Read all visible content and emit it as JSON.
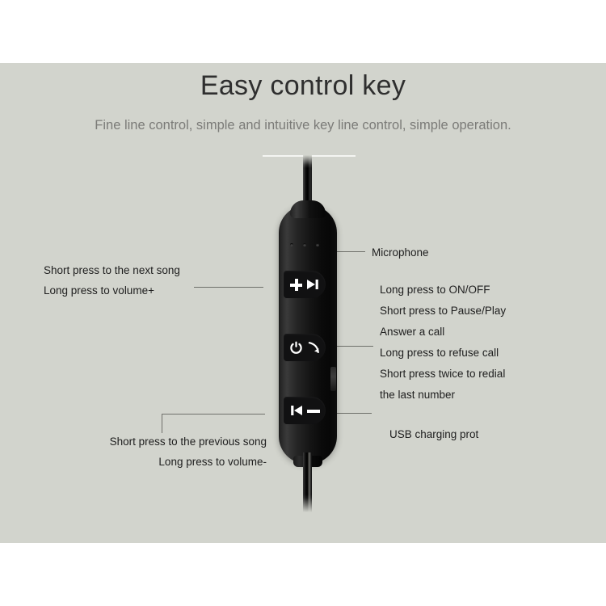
{
  "page": {
    "title": "Easy control key",
    "subtitle": "Fine line control, simple and intuitive key line control, simple operation.",
    "background_color": "#d2d4cd",
    "outer_color": "#ffffff",
    "title_color": "#2f2f2f",
    "subtitle_color": "#7b7b78",
    "annotation_color": "#202020",
    "leader_line_color": "#6f706b"
  },
  "device": {
    "name": "bluetooth-earphone-inline-remote",
    "body_color": "#0d0d0d",
    "button_color": "#111112",
    "glyph_color": "#ffffff"
  },
  "annotations": {
    "next_song": {
      "line1": "Short press to the next song",
      "line2": "Long press to volume+"
    },
    "microphone": {
      "label": "Microphone"
    },
    "power": {
      "line1": "Long press to ON/OFF",
      "line2": "Short press to Pause/Play",
      "line3": "Answer a call",
      "line4": "Long press to refuse call",
      "line5": "Short press twice to redial",
      "line6": "the last number"
    },
    "previous_song": {
      "line1": "Short press to the previous song",
      "line2": "Long press to volume-"
    },
    "usb": {
      "label": "USB charging prot"
    }
  },
  "buttons": {
    "next": {
      "name": "volume-up-next-track-button",
      "icons": [
        "plus-icon",
        "next-track-icon"
      ]
    },
    "power": {
      "name": "power-call-button",
      "icons": [
        "power-icon",
        "call-answer-icon"
      ]
    },
    "previous": {
      "name": "volume-down-previous-track-button",
      "icons": [
        "previous-track-icon",
        "minus-icon"
      ]
    }
  },
  "parts": {
    "microphone_holes": "microphone-dots",
    "usb_port": "usb-charging-port",
    "cable_top": "audio-cable-upper",
    "cable_bottom": "audio-cable-lower"
  }
}
